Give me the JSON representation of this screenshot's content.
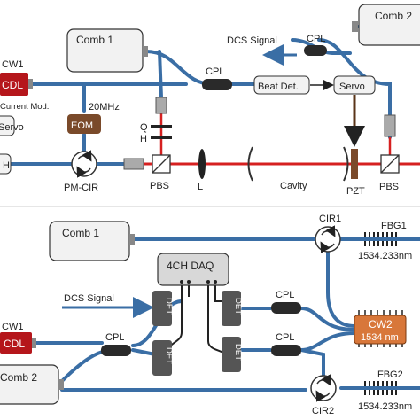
{
  "colors": {
    "fiber": "#3a6ea5",
    "laser_beam": "#d62020",
    "cdl_red": "#b5161b",
    "eom_brown": "#7a4a2a",
    "cw2_orange": "#d8773a",
    "coupler_dark": "#2a2a2a",
    "servo_arrow": "#5a3418",
    "box_fill": "#f2f2f2"
  },
  "top": {
    "comb1_label": "Comb 1",
    "comb2_label": "Comb 2",
    "cw1_label": "CW1",
    "cdl_label": "CDL",
    "current_mod_label": "Current Mod.",
    "servo_left_label": "Servo",
    "mod_freq_label": "20MHz",
    "eom_label": "EOM",
    "pmcir_label": "PM-CIR",
    "left_box_label": "H",
    "q_label": "Q",
    "h_label": "H",
    "pbs_left_label": "PBS",
    "lens_label": "L",
    "cavity_label": "Cavity",
    "pzt_label": "PZT",
    "pbs_right_label": "PBS",
    "cpl_top_label": "CPL",
    "cpl_upper_label": "CPL",
    "dcs_signal_label": "DCS Signal",
    "beat_det_label": "Beat Det.",
    "servo_right_label": "Servo"
  },
  "bottom": {
    "comb1_label": "Comb 1",
    "comb2_label": "Comb 2",
    "daq_label": "4CH DAQ",
    "dcs_signal_label": "DCS Signal",
    "det_labels": [
      "DET",
      "DET",
      "DET",
      "DET"
    ],
    "cw1_label": "CW1",
    "cdl_label": "CDL",
    "cpl_left_label": "CPL",
    "cpl_mid_upper_label": "CPL",
    "cpl_mid_lower_label": "CPL",
    "cir1_label": "CIR1",
    "cir2_label": "CIR2",
    "fbg1_label": "FBG1",
    "fbg1_wavelength": "1534.233nm",
    "fbg2_label": "FBG2",
    "fbg2_wavelength": "1534.233nm",
    "cw2_label": "CW2",
    "cw2_wavelength": "1534 nm"
  }
}
